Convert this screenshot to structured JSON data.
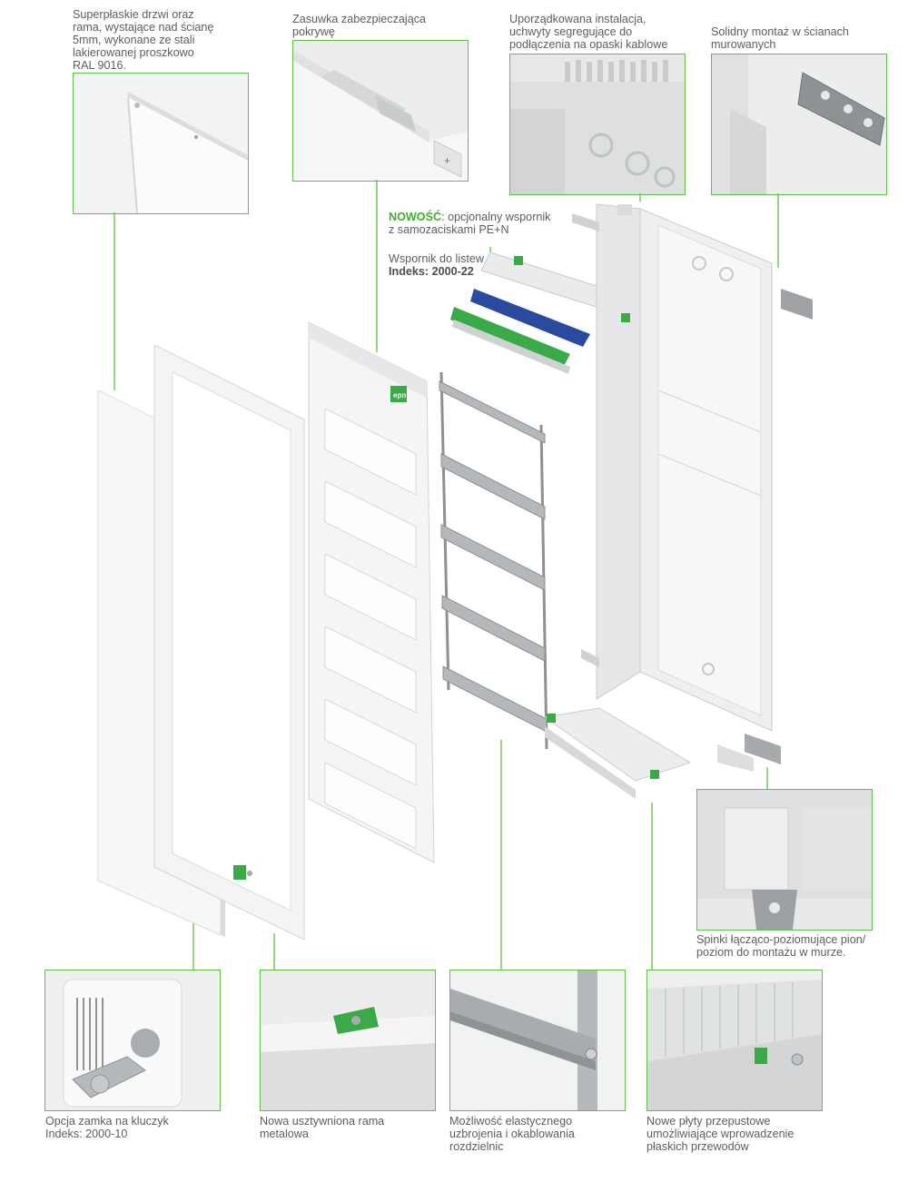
{
  "captions": {
    "doors": "Superpłaskie drzwi oraz\nrama, wystające nad ścianę\n5mm,  wykonane ze stali\nlakierowanej proszkowo\nRAL 9016.",
    "latch": "Zasuwka zabezpieczająca\npokrywę",
    "install": "Uporządkowana instalacja,\nuchwyty segregujące do\npodłączenia na opaski kablowe",
    "mount": "Solidny montaż w ścianach\nmurowanych",
    "nowosc_bold": "NOWOŚĆ",
    "nowosc_rest": ": opcjonalny wspornik\nz samozaciskami PE+N",
    "bracket_line1": "Wspornik do listew",
    "bracket_line2": "Indeks: 2000-22",
    "clips": "Spinki łącząco-poziomujące pion/\npoziom do montażu w murze.",
    "lock": "Opcja zamka na kluczyk\nIndeks: 2000-10",
    "frame": "Nowa usztywniona rama\nmetalowa",
    "wiring": "Możliwość elastycznego\nuzbrojenia i okablowania\nrozdzielnic",
    "plates": "Nowe płyty przepustowe\numożliwiające wprowadzenie\npłaskich przewodów"
  },
  "brand_label": "epn",
  "colors": {
    "accent_green": "#5fbf49",
    "new_green": "#3fae2a",
    "caption_gray": "#5a5f63",
    "rail_blue": "#2a4aa0",
    "rail_green": "#3aaa48"
  }
}
